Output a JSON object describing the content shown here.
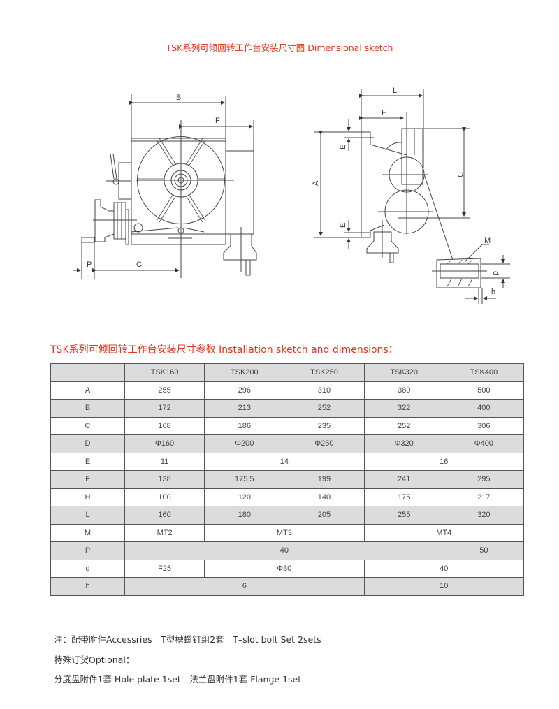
{
  "title_sketch": "TSK系列可倾回转工作台安装尺寸图 Dimensional sketch",
  "title_table": "TSK系列可倾回转工作台安装尺寸参数 Installation sketch and dimensions：",
  "drawing_labels": {
    "B": "B",
    "F": "F",
    "P": "P",
    "C": "C",
    "L": "L",
    "H": "H",
    "A": "A",
    "E1": "E",
    "E2": "E",
    "D": "D",
    "M": "M",
    "d": "d",
    "h": "h"
  },
  "table": {
    "headers": [
      "",
      "TSK160",
      "TSK200",
      "TSK250",
      "TSK320",
      "TSK400"
    ],
    "rows": {
      "A": [
        "A",
        "255",
        "296",
        "310",
        "380",
        "500"
      ],
      "B": [
        "B",
        "172",
        "213",
        "252",
        "322",
        "400"
      ],
      "C": [
        "C",
        "168",
        "186",
        "235",
        "252",
        "306"
      ],
      "D": [
        "D",
        "Φ160",
        "Φ200",
        "Φ250",
        "Φ320",
        "Φ400"
      ],
      "E": [
        "E",
        "11",
        "14",
        "16"
      ],
      "F": [
        "F",
        "138",
        "175.5",
        "199",
        "241",
        "295"
      ],
      "H": [
        "H",
        "100",
        "120",
        "140",
        "175",
        "217"
      ],
      "L": [
        "L",
        "160",
        "180",
        "205",
        "255",
        "320"
      ],
      "M": [
        "M",
        "MT2",
        "MT3",
        "MT4"
      ],
      "P": [
        "P",
        "40",
        "50"
      ],
      "d": [
        "d",
        "F25",
        "Φ30",
        "40"
      ],
      "h": [
        "h",
        "6",
        "10"
      ]
    }
  },
  "notes": [
    "注：配带附件Accessries　T型槽螺钉组2套　T–slot bolt Set 2sets",
    "特殊订货Optional：",
    "分度盘附件1套 Hole plate 1set　法兰盘附件1套 Flange 1set"
  ],
  "colors": {
    "title": "#e8341c",
    "row_shade": "#dcdcdc"
  }
}
